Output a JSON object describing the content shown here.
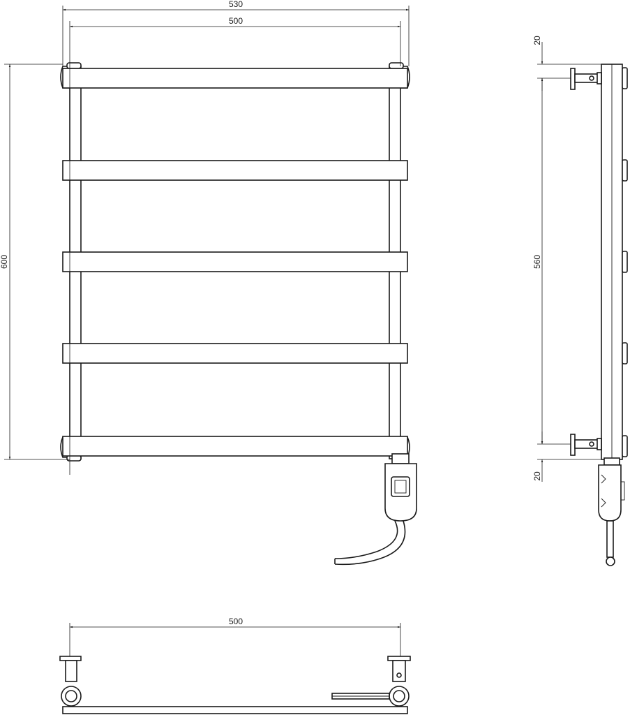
{
  "dimensions": {
    "front_overall_width": "530",
    "front_inner_width": "500",
    "front_height": "600",
    "side_top_offset": "20",
    "side_center_distance": "560",
    "side_bottom_offset": "20",
    "bottom_width": "500"
  }
}
